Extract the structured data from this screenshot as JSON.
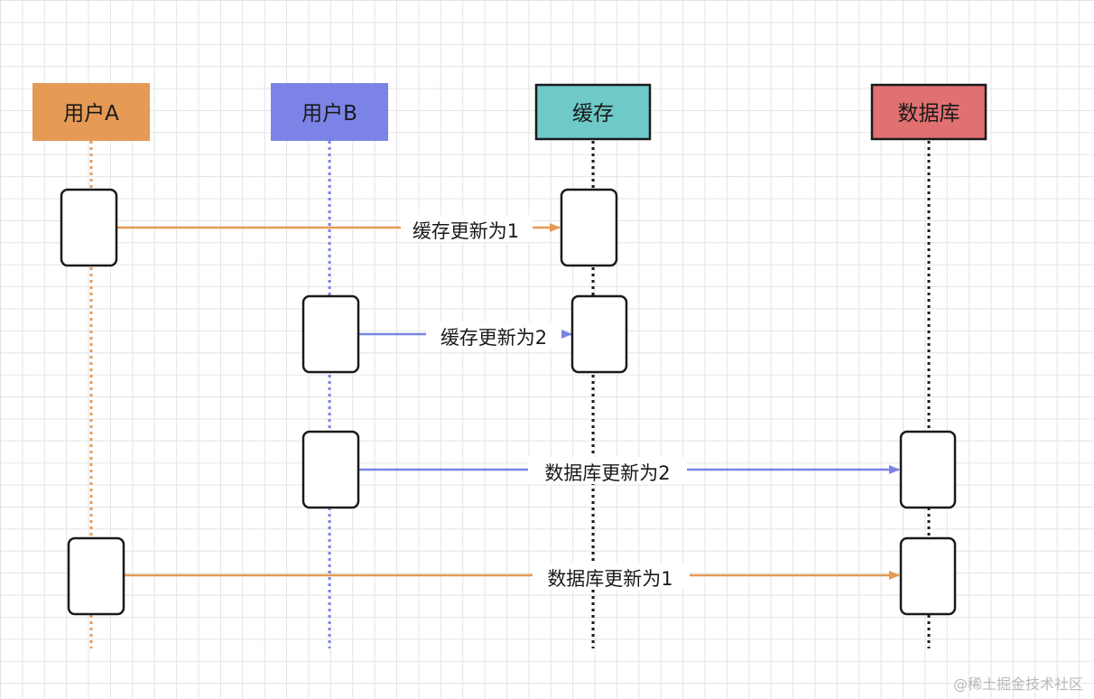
{
  "participants": [
    {
      "id": "userA",
      "label": "用户A",
      "fill": "#e59a56",
      "stroke": "#e59a56",
      "lifeline": "#e59a56"
    },
    {
      "id": "userB",
      "label": "用户B",
      "fill": "#7b84e6",
      "stroke": "#7b84e6",
      "lifeline": "#7b84e6"
    },
    {
      "id": "cache",
      "label": "缓存",
      "fill": "#6ec9c7",
      "stroke": "#1a1a1a",
      "lifeline": "#1a1a1a"
    },
    {
      "id": "db",
      "label": "数据库",
      "fill": "#e17070",
      "stroke": "#1a1a1a",
      "lifeline": "#1a1a1a"
    }
  ],
  "messages": [
    {
      "from": "userA",
      "to": "cache",
      "label": "缓存更新为1",
      "color": "#e59a56"
    },
    {
      "from": "userB",
      "to": "cache",
      "label": "缓存更新为2",
      "color": "#7b84e6"
    },
    {
      "from": "userB",
      "to": "db",
      "label": "数据库更新为2",
      "color": "#7b84e6"
    },
    {
      "from": "userA",
      "to": "db",
      "label": "数据库更新为1",
      "color": "#e59a56"
    }
  ],
  "watermark": "@稀土掘金技术社区"
}
